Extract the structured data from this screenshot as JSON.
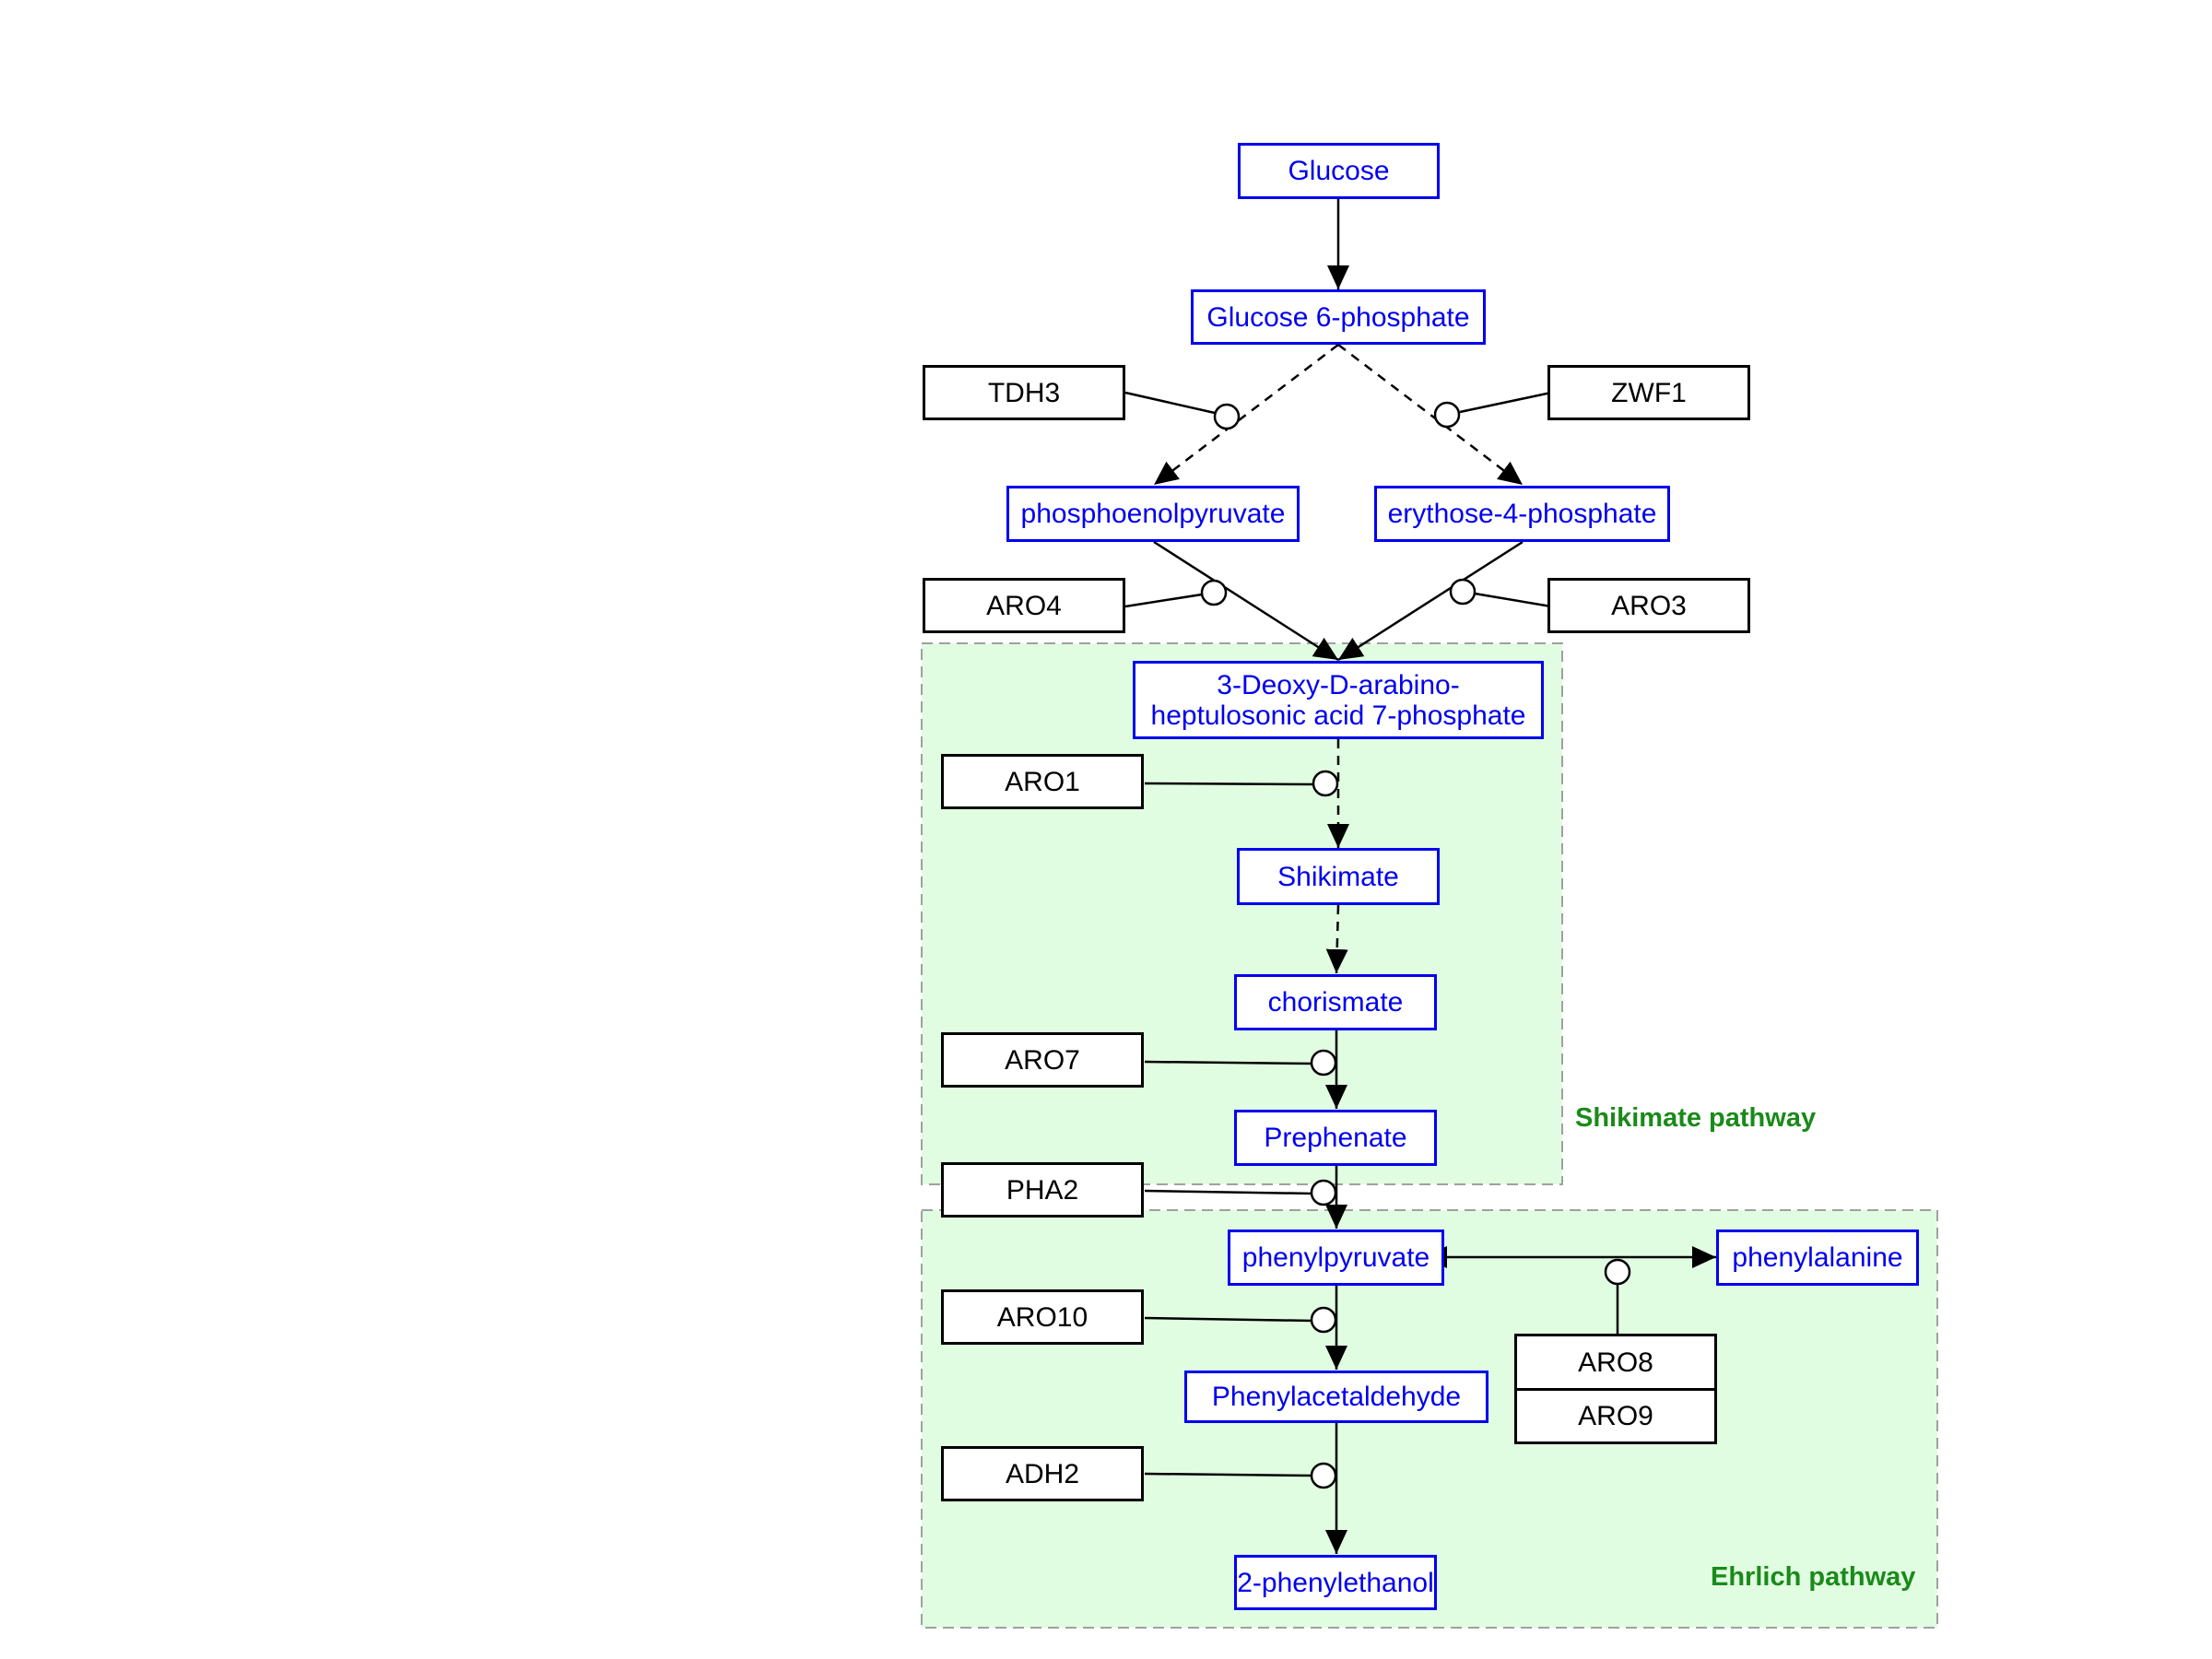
{
  "metabolites": {
    "glucose": "Glucose",
    "g6p": "Glucose 6-phosphate",
    "pep": "phosphoenolpyruvate",
    "e4p": "erythose-4-phosphate",
    "dahp_line1": "3-Deoxy-D-arabino-",
    "dahp_line2": "heptulosonic acid 7-phosphate",
    "shikimate": "Shikimate",
    "chorismate": "chorismate",
    "prephenate": "Prephenate",
    "phenylpyruvate": "phenylpyruvate",
    "phenylalanine": "phenylalanine",
    "phenylacetaldehyde": "Phenylacetaldehyde",
    "phenylethanol": "2-phenylethanol"
  },
  "enzymes": {
    "tdh3": "TDH3",
    "zwf1": "ZWF1",
    "aro4": "ARO4",
    "aro3": "ARO3",
    "aro1": "ARO1",
    "aro7": "ARO7",
    "pha2": "PHA2",
    "aro10": "ARO10",
    "aro8": "ARO8",
    "aro9": "ARO9",
    "adh2": "ADH2"
  },
  "pathways": {
    "shikimate": "Shikimate pathway",
    "ehrlich": "Ehrlich pathway"
  },
  "colors": {
    "metabolite": "#0000ee",
    "enzyme": "#000000",
    "pathway_fill": "#e1fde1",
    "pathway_border": "#a0a0a0",
    "pathway_label": "#1a8a1a"
  },
  "icons": {
    "catalysis": "open-circle-catalysis-icon",
    "conversion": "filled-arrowhead-icon"
  }
}
